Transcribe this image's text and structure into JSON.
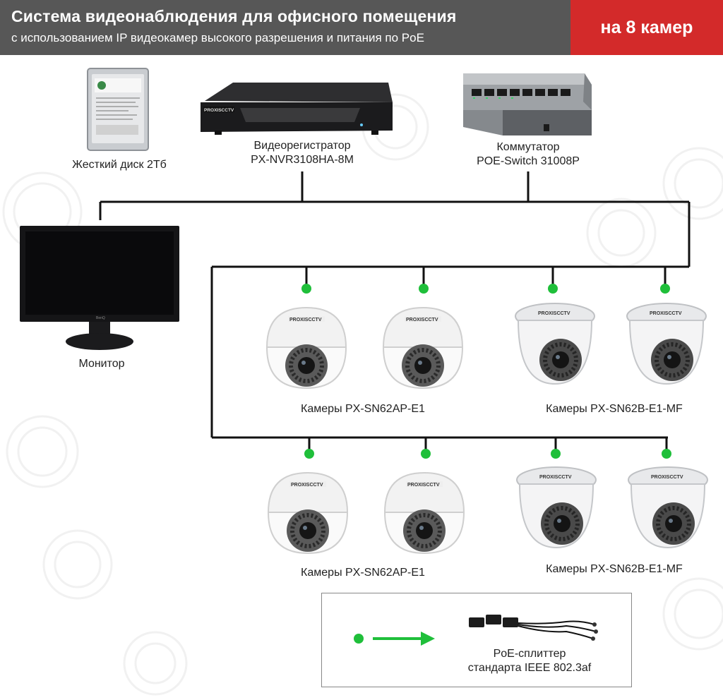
{
  "header": {
    "title": "Система видеонаблюдения для офисного помещения",
    "subtitle": "с использованием IP видеокамер высокого разрешения и питания по PoE",
    "badge": "на 8 камер"
  },
  "devices": {
    "hdd": {
      "label": "Жесткий диск 2Тб"
    },
    "nvr": {
      "label_line1": "Видеорегистратор",
      "label_line2": "PX-NVR3108HA-8M",
      "brand": "PROXISCCTV"
    },
    "switch": {
      "label_line1": "Коммутатор",
      "label_line2": "POE-Switch 31008P"
    },
    "monitor": {
      "label": "Монитор",
      "brand": "BenQ"
    }
  },
  "cameras": {
    "row1_left_label": "Камеры PX-SN62AP-E1",
    "row1_right_label": "Камеры PX-SN62B-E1-MF",
    "row2_left_label": "Камеры PX-SN62AP-E1",
    "row2_right_label": "Камеры PX-SN62B-E1-MF",
    "brand": "PROXISCCTV",
    "count": 8
  },
  "legend": {
    "line1": "PoE-сплиттер",
    "line2": "стандарта IEEE 802.3af"
  },
  "colors": {
    "header_bg": "#575757",
    "badge_bg": "#d32a2a",
    "connector_dot": "#1fbf3a",
    "arrow": "#1fbf3a",
    "line": "#111111"
  }
}
